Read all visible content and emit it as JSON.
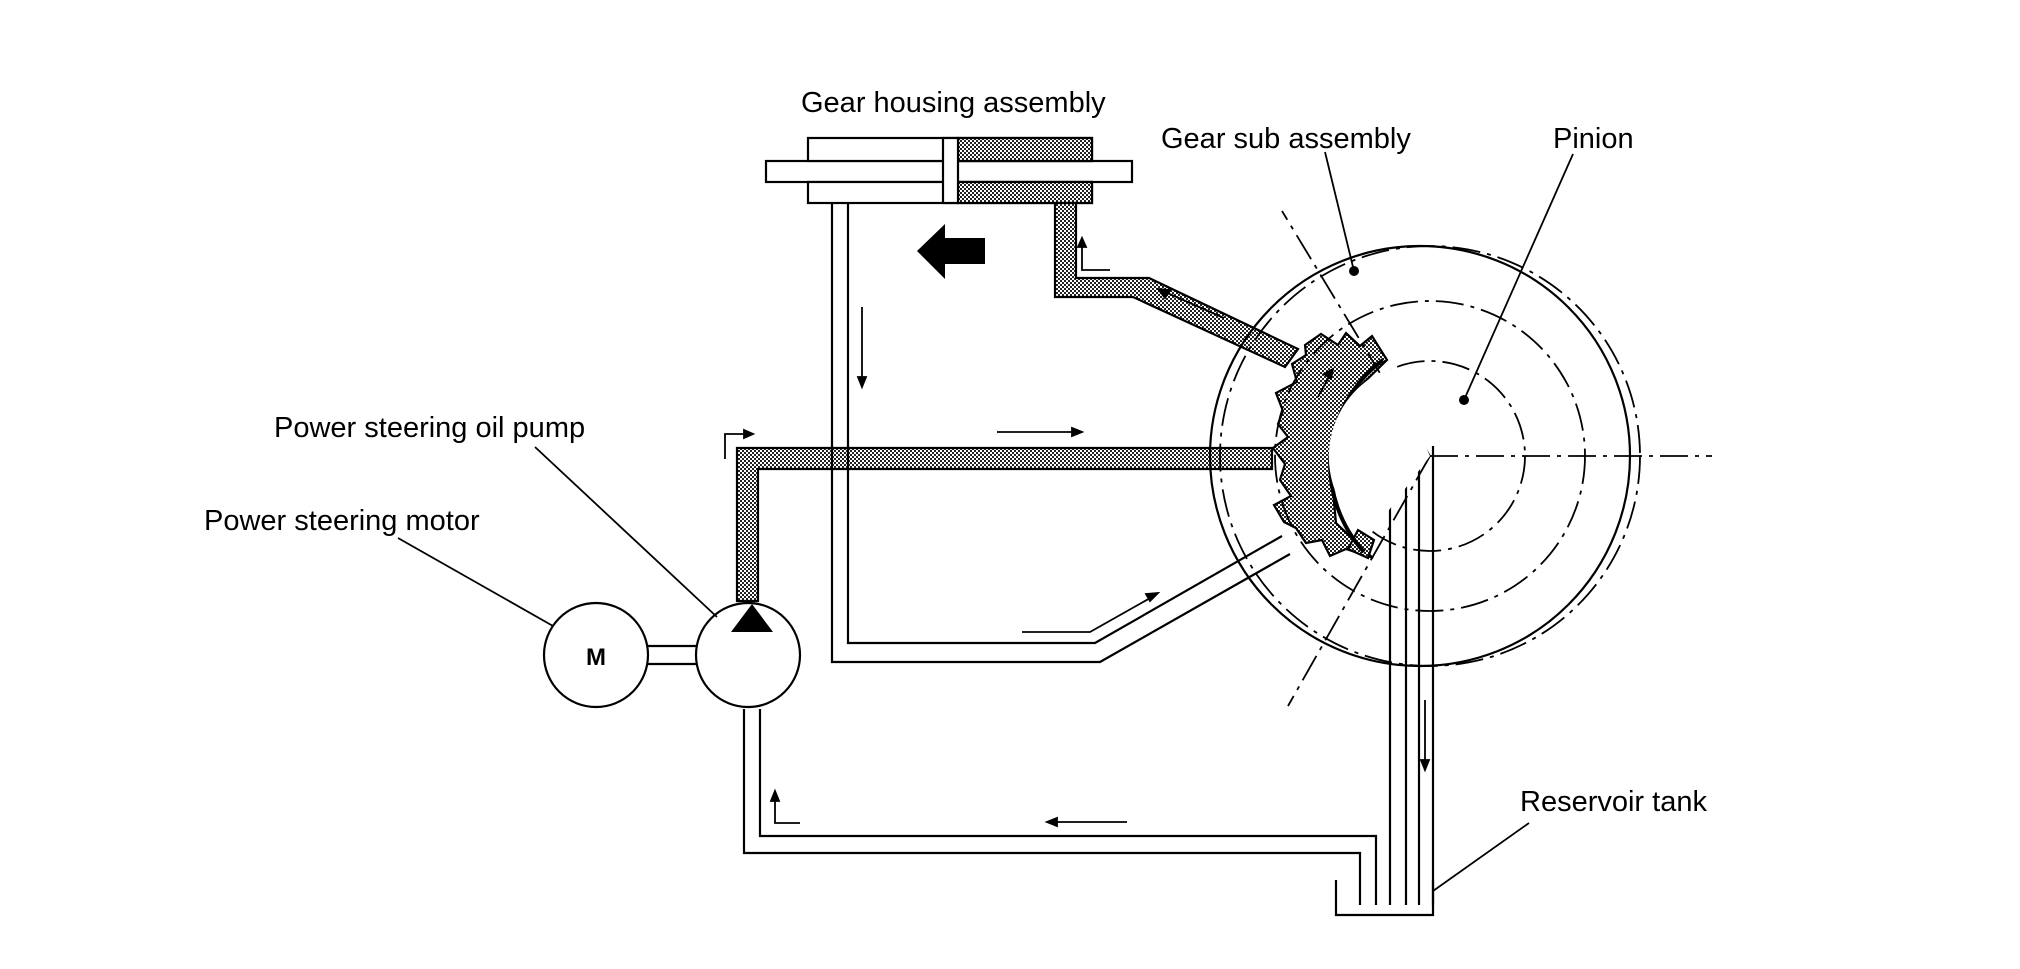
{
  "labels": {
    "gear_housing": "Gear housing assembly",
    "gear_sub": "Gear sub assembly",
    "pinion": "Pinion",
    "oil_pump": "Power steering oil pump",
    "motor": "Power steering motor",
    "reservoir": "Reservoir tank",
    "motor_symbol": "M"
  },
  "colors": {
    "line": "#000000",
    "background": "#ffffff",
    "pressurized_fluid": "#c8c8c8"
  },
  "icons": {
    "direction_arrow": "bold-left-arrow-icon",
    "flow_arrow": "flow-arrow-icon",
    "pump_symbol": "pump-triangle-icon"
  }
}
